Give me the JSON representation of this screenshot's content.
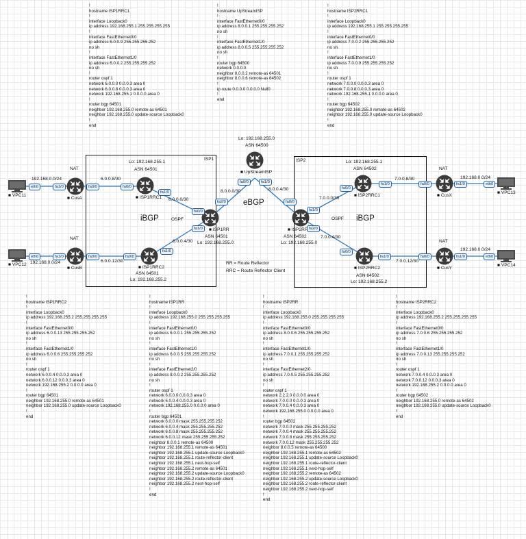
{
  "configs": {
    "isp1rrc1": [
      "!",
      "hostname ISP1RRC1",
      "!",
      "interface Loopback0",
      "ip address 192.168.255.1 255.255.255.255",
      "!",
      "interface FastEthernet0/0",
      "ip address 6.0.0.9 255.255.255.252",
      "no sh",
      "!",
      "interface FastEthernet1/0",
      "ip address 6.0.0.2 255.255.255.252",
      "no sh",
      "!",
      "router ospf 1",
      "network 6.0.0.0 0.0.0.3 area 0",
      "network 6.0.0.8 0.0.0.3 area 0",
      "network 192.168.255.1 0.0.0.0 area 0",
      "!",
      "router bgp 64501",
      "neighbor 192.168.255.0 remote-as 64501",
      "neighbor 192.168.255.0 update-source Loopback0",
      "!",
      "end"
    ],
    "upstream": [
      "!",
      "hostname UpStreamISP",
      "!",
      "interface FastEthernet0/0",
      "ip address 8.0.0.1 255.255.255.252",
      "no sh",
      "!",
      "interface FastEthernet1/0",
      "ip address 8.0.0.5 255.255.255.252",
      "no sh",
      "!",
      "router bgp 64500",
      "network 0.0.0.0",
      "neighbor 8.0.0.2 remote-as 64501",
      "neighbor 8.0.0.6 remote-as 64502",
      "!",
      "ip route 0.0.0.0 0.0.0.0 Null0",
      "!",
      "end"
    ],
    "isp2rrc1": [
      "!",
      "hostname ISP2RRC1",
      "!",
      "interface Loopback0",
      "ip address 192.168.255.1 255.255.255.255",
      "!",
      "interface FastEthernet0/0",
      "ip address 7.0.0.2 255.255.255.252",
      "no sh",
      "!",
      "interface FastEthernet1/0",
      "ip address 7.0.0.9 255.255.255.252",
      "no sh",
      "!",
      "router ospf 1",
      "network 7.0.0.0 0.0.0.3 area 0",
      "network 7.0.0.8 0.0.0.3 area 0",
      "network 192.168.255.1 0.0.0.0 area 0",
      "!",
      "router bgp 64502",
      "neighbor 192.168.255.0 remote-as 64502",
      "neighbor 192.168.255.0 update-source Loopback0",
      "!",
      "end"
    ],
    "isp1rrc2": [
      "!",
      "hostname ISP1RRC2",
      "!",
      "interface Loopback0",
      "ip address 192.168.255.2 255.255.255.255",
      "!",
      "interface FastEthernet0/0",
      "ip address 6.0.0.13 255.255.255.252",
      "no sh",
      "!",
      "interface FastEthernet1/0",
      "ip address 6.0.0.6 255.255.255.252",
      "no sh",
      "!",
      "router ospf 1",
      "network 6.0.0.4 0.0.0.3 area 0",
      "network 6.0.0.12 0.0.0.3 area 0",
      "network 192.168.255.2 0.0.0.0 area 0",
      "!",
      "router bgp 64501",
      "neighbor 192.168.255.0 remote-as 64501",
      "neighbor 192.168.255.0 update-source Loopback0",
      "!",
      "end"
    ],
    "isp1rr": [
      "!",
      "hostname ISP1RR",
      "!",
      "interface Loopback0",
      "ip address 192.168.255.0 255.255.255.255",
      "!",
      "interface FastEthernet0/0",
      "ip address 6.0.0.1 255.255.255.252",
      "no sh",
      "!",
      "interface FastEthernet1/0",
      "ip address 6.0.0.5 255.255.255.252",
      "no sh",
      "!",
      "interface FastEthernet2/0",
      "ip address 8.0.0.2 255.255.255.252",
      "no sh",
      "!",
      "router ospf 1",
      "network 6.0.0.0 0.0.0.3 area 0",
      "network 6.0.0.4 0.0.0.3 area 0",
      "network 192.168.255.0 0.0.0.0 area 0",
      "!",
      "router bgp 64501",
      "network 6.0.0.0 mask 255.255.255.252",
      "network 6.0.0.4 mask 255.255.255.252",
      "network 6.0.0.8 mask 255.255.255.252",
      "network 6.0.0.12 mask 255.255.255.252",
      "neighbor 8.0.0.1 remote-as 64500",
      "neighbor 192.168.255.1 remote-as 64501",
      "neighbor 192.168.255.1 update-source Loopback0",
      "neighbor 192.168.255.1 route-reflector-client",
      "neighbor 192.168.255.1 next-hop-self",
      "neighbor 192.168.255.2 remote-as 64501",
      "neighbor 192.168.255.2 update-source Loopback0",
      "neighbor 192.168.255.2 route-reflector-client",
      "neighbor 192.168.255.2 next-hop-self",
      "!",
      "end"
    ],
    "isp2rr": [
      "!",
      "hostname ISP2RR",
      "!",
      "interface Loopback0",
      "ip address 192.168.255.0 255.255.255.255",
      "!",
      "interface FastEthernet0/0",
      "ip address 8.0.0.6 255.255.255.252",
      "no sh",
      "!",
      "interface FastEthernet1/0",
      "ip address 7.0.0.1 255.255.255.252",
      "no sh",
      "!",
      "interface FastEthernet2/0",
      "ip address 7.0.0.5 255.255.255.252",
      "no sh",
      "!",
      "router ospf 1",
      "network 2.2.2.0 0.0.0.0 area 0",
      "network 7.0.0.0 0.0.0.3 area 0",
      "network 7.0.0.4 0.0.0.3 area 0",
      "network 192.168.255.0 0.0.0.0 area 0",
      "!",
      "router bgp 64502",
      "network 7.0.0.0 mask 255.255.255.252",
      "network 7.0.0.4 mask 255.255.255.252",
      "network 7.0.0.8 mask 255.255.255.252",
      "network 7.0.0.12 mask 255.255.255.252",
      "neighbor 8.0.0.5 remote-as 64500",
      "neighbor 192.168.255.1 remote-as 64502",
      "neighbor 192.168.255.1 update-source Loopback0",
      "neighbor 192.168.255.1 route-reflector-client",
      "neighbor 192.168.255.1 next-hop-self",
      "neighbor 192.168.255.2 remote-as 64502",
      "neighbor 192.168.255.2 update-source Loopback0",
      "neighbor 192.168.255.2 route-reflector-client",
      "neighbor 192.168.255.2 next-hop-self",
      "!",
      "end"
    ],
    "isp2rrc2": [
      "!",
      "hostname ISP2RRC2",
      "!",
      "interface Loopback0",
      "ip address 192.168.255.2 255.255.255.255",
      "!",
      "interface FastEthernet0/0",
      "ip address 7.0.0.6 255.255.255.252",
      "no sh",
      "!",
      "interface FastEthernet1/0",
      "ip address 7.0.0.13 255.255.255.252",
      "no sh",
      "!",
      "router ospf 1",
      "network 7.0.0.4 0.0.0.3 area 0",
      "network 7.0.0.12 0.0.0.3 area 0",
      "network 192.168.255.2 0.0.0.0 area 0",
      "!",
      "router bgp 64502",
      "neighbor 192.168.255.0 remote-as 64502",
      "neighbor 192.168.255.0 update-source Loopback0",
      "!",
      "end"
    ]
  },
  "areas": {
    "isp1": "ISP1",
    "isp2": "ISP2",
    "ibgp1": "iBGP",
    "ibgp2": "iBGP",
    "ebgp": "eBGP",
    "ospf1": "OSPF",
    "ospf2": "OSPF"
  },
  "nodes": {
    "vpc11": "VPC11",
    "vpc12": "VPC12",
    "vpc13": "VPC13",
    "vpc14": "VPC14",
    "cusa": "CusA",
    "cusb": "CusB",
    "cusx": "CusX",
    "cusy": "CusY",
    "isp1rrc1": "ISP1RRC1",
    "isp1rrc2": "ISP1RRC2",
    "isp1rr": "ISP1RR",
    "upstream": "UpStreamISP",
    "isp2rr": "ISP2RR",
    "isp2rrc1": "ISP2RRC1",
    "isp2rrc2": "ISP2RRC2"
  },
  "node_info": {
    "nat": "NAT",
    "isp1rrc1_lo": "Lo: 192.168.255.1",
    "isp1rrc1_asn": "ASN 64501",
    "isp1rrc2_asn": "ASN 64501",
    "isp1rrc2_lo": "Lo: 192.168.255.2",
    "isp1rr_asn": "ASN 64501",
    "isp1rr_lo": "Lo: 192.168.255.0",
    "upstream_lo": "Lo: 192.168.255.0",
    "upstream_asn": "ASN 64500",
    "isp2rrc1_lo": "Lo: 192.168.255.1",
    "isp2rrc1_asn": "ASN 64502",
    "isp2rr_asn": "ASN 64502",
    "isp2rr_lo": "Lo: 192.168.255.0",
    "isp2rrc2_asn": "ASN 64502",
    "isp2rrc2_lo": "Lo: 192.168.255.2"
  },
  "subnets": {
    "lan11": "192.168.0.0/24",
    "lan12": "192.168.0.0/24",
    "lan13": "192.168.0.0/24",
    "lan14": "192.168.0.0/24",
    "a_rrc1": "6.0.0.8/30",
    "b_rrc2": "6.0.0.12/30",
    "rrc1_rr": "6.0.0.0/30",
    "rrc2_rr": "6.0.0.4/30",
    "rr1_up": "8.0.0.0/30",
    "rr2_up": "8.0.0.4/30",
    "rr2_rrc1": "7.0.0.0/30",
    "rr2_rrc2": "7.0.0.4/30",
    "rrc1_x": "7.0.0.8/30",
    "rrc2_y": "7.0.0.12/30"
  },
  "ports": {
    "eth0": "eth0",
    "fa0_0": "fa0/0",
    "fa1_0": "fa1/0",
    "fa2_0": "fa2/0"
  },
  "legend": {
    "rr": "RR = Route Reflector",
    "rrc": "RRC = Route Reflector Client"
  },
  "colors": {
    "link": "#2b7bc0",
    "router": "#3a3a3a",
    "pc": "#4a4a4a",
    "box": "#111111"
  }
}
